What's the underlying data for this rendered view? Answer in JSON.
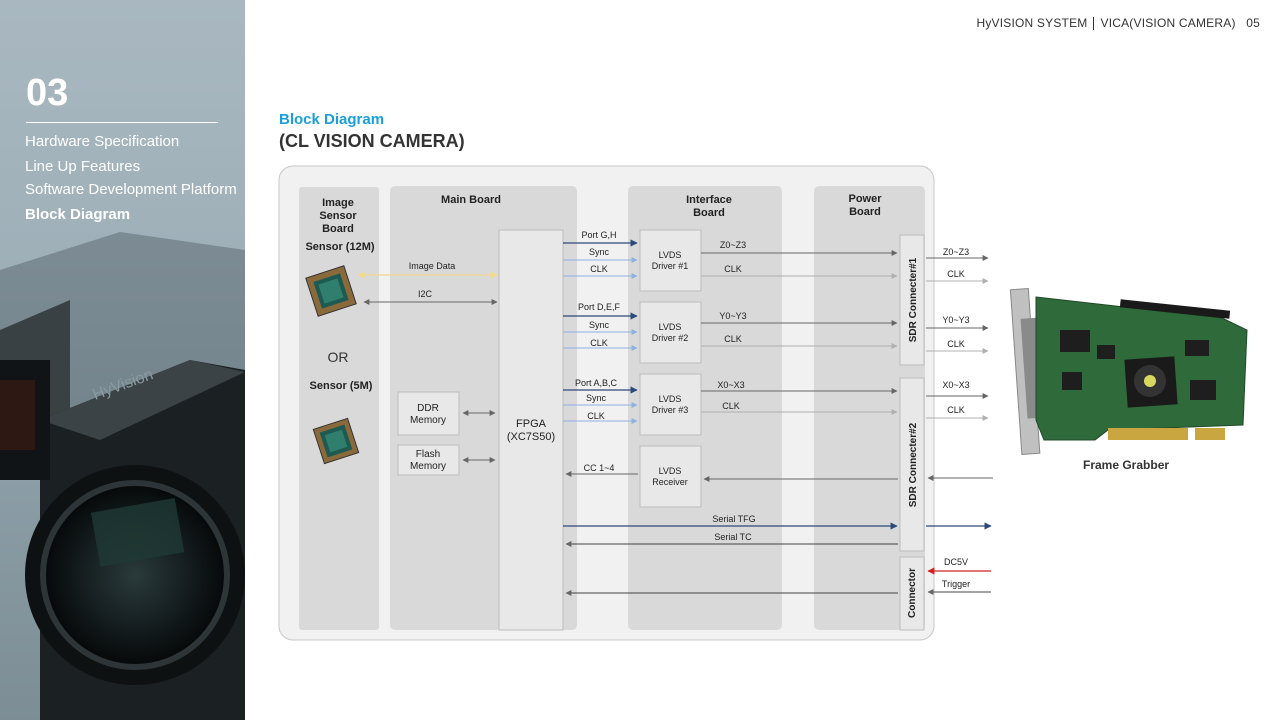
{
  "header": {
    "company": "HyVISION  SYSTEM",
    "product": "VICA(VISION  CAMERA)",
    "page": "05"
  },
  "sidebar": {
    "section_number": "03",
    "items": [
      {
        "label": "Hardware Specification",
        "active": false
      },
      {
        "label": "Line Up Features",
        "active": false
      },
      {
        "label": "Software Development Platform",
        "active": false
      },
      {
        "label": "Block Diagram",
        "active": true
      }
    ]
  },
  "title": {
    "main": "Block Diagram",
    "sub": "(CL VISION CAMERA)"
  },
  "diagram": {
    "boards": {
      "image_sensor": [
        "Image",
        "Sensor",
        "Board"
      ],
      "main": "Main Board",
      "interface": [
        "Interface",
        "Board"
      ],
      "power": [
        "Power",
        "Board"
      ]
    },
    "sensors": {
      "s12m": "Sensor (12M)",
      "or": "OR",
      "s5m": "Sensor (5M)"
    },
    "signals": {
      "image_data": "Image Data",
      "i2c": "I2C"
    },
    "memory": {
      "ddr": [
        "DDR",
        "Memory"
      ],
      "flash": [
        "Flash",
        "Memory"
      ]
    },
    "fpga": [
      "FPGA",
      "(XC7S50)"
    ],
    "drivers": [
      {
        "name": [
          "LVDS",
          "Driver #1"
        ],
        "port": "Port G,H",
        "out": "Z0~Z3",
        "ext": "Z0~Z3"
      },
      {
        "name": [
          "LVDS",
          "Driver #2"
        ],
        "port": "Port D,E,F",
        "out": "Y0~Y3",
        "ext": "Y0~Y3"
      },
      {
        "name": [
          "LVDS",
          "Driver #3"
        ],
        "port": "Port A,B,C",
        "out": "X0~X3",
        "ext": "X0~X3"
      }
    ],
    "sync": "Sync",
    "clk": "CLK",
    "receiver": {
      "name": [
        "LVDS",
        "Receiver"
      ],
      "signal": "CC 1~4"
    },
    "serial": {
      "tfg": "Serial TFG",
      "tc": "Serial TC"
    },
    "connectors": {
      "sdr1": "SDR Connecter#1",
      "sdr2": "SDR Connecter#2",
      "conn": "Connector"
    },
    "power": {
      "dc": "DC5V",
      "trigger": "Trigger"
    },
    "colors": {
      "dark_arrow": "#2e4a7a",
      "light_arrow": "#8fb0e0",
      "gray_arrow": "#666666",
      "red_arrow": "#d42020",
      "yellow_arrow": "#f3d98a"
    }
  },
  "frame_grabber": {
    "label": "Frame Grabber"
  }
}
